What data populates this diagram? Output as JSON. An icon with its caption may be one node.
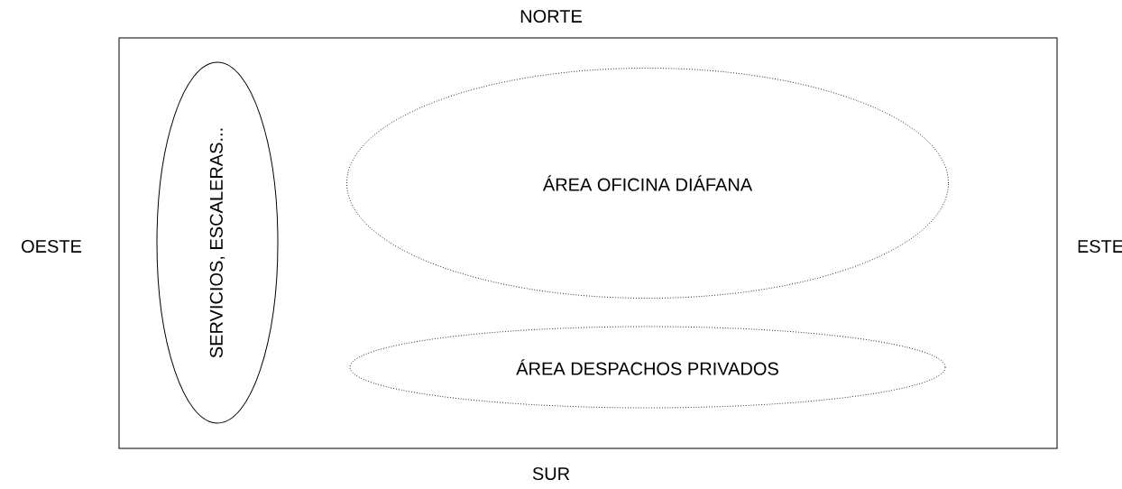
{
  "diagram": {
    "nodes": [
      {
        "text": [],
        "shape": "box"
      },
      {
        "text": [
          "SERVICIOS, ESCALERAS..."
        ],
        "in": 0
      },
      {
        "text": [
          "ÁREA OFICINA DIÁFANA"
        ],
        "in": 0
      },
      {
        "text": [
          "ÁREA DESPACHOS PRIVADOS"
        ],
        "in": 0
      }
    ],
    "edges": [],
    "labels": [
      "NORTE",
      "OESTE",
      "ESTE",
      "SUR"
    ]
  }
}
